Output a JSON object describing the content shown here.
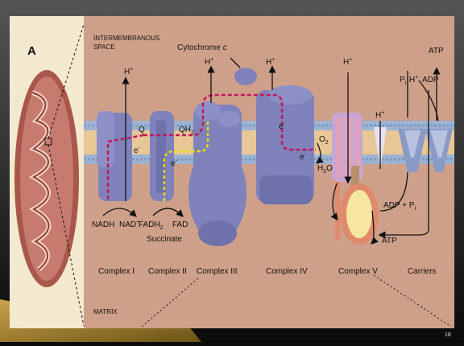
{
  "slide": {
    "page_number": "18"
  },
  "figure": {
    "panel_letter": "A",
    "regions": {
      "intermembrane": [
        "Intermembranous",
        "space"
      ],
      "matrix": "Matrix"
    },
    "complex_labels": [
      "Complex I",
      "Complex II",
      "Complex III",
      "Complex IV",
      "Complex V",
      "Carriers"
    ],
    "molecule_labels": {
      "cytochrome": "Cytochrome ",
      "cytochrome_c": "c",
      "q": "Q",
      "qh2": "QH",
      "qh2_sub": "2",
      "nadh": "NADH",
      "nad": "NAD",
      "nad_sup": "+",
      "fadh2": "FADH",
      "fadh2_sub": "2",
      "fad": "FAD",
      "succinate": "Succinate",
      "o2": "O",
      "o2_sub": "2",
      "h2o_a": "H",
      "h2o_sub": "2",
      "h2o_b": "O",
      "adp_pi": "ADP + P",
      "adp_pi_sub": "i",
      "atp_bottom": "ATP",
      "pi": "P",
      "pi_sub": "i",
      "adp_top": "ADP",
      "atp_top": "ATP"
    },
    "ion_label": "H",
    "ion_sup": "+",
    "electron_label": "e",
    "electron_sup": "-"
  },
  "colors": {
    "slide_bg": "#0c0c0c",
    "panel_bg": "#f3e9cf",
    "diagram_bg": "#cfa089",
    "protein": "#7f82bb",
    "membrane_head": "#9db3d2",
    "membrane_core": "#e8c797",
    "electron_path": "#c2185b",
    "fadh_path": "#e8e000",
    "mito_outer": "#a8574a",
    "atp_synthase_head": "#f5e6a0"
  }
}
